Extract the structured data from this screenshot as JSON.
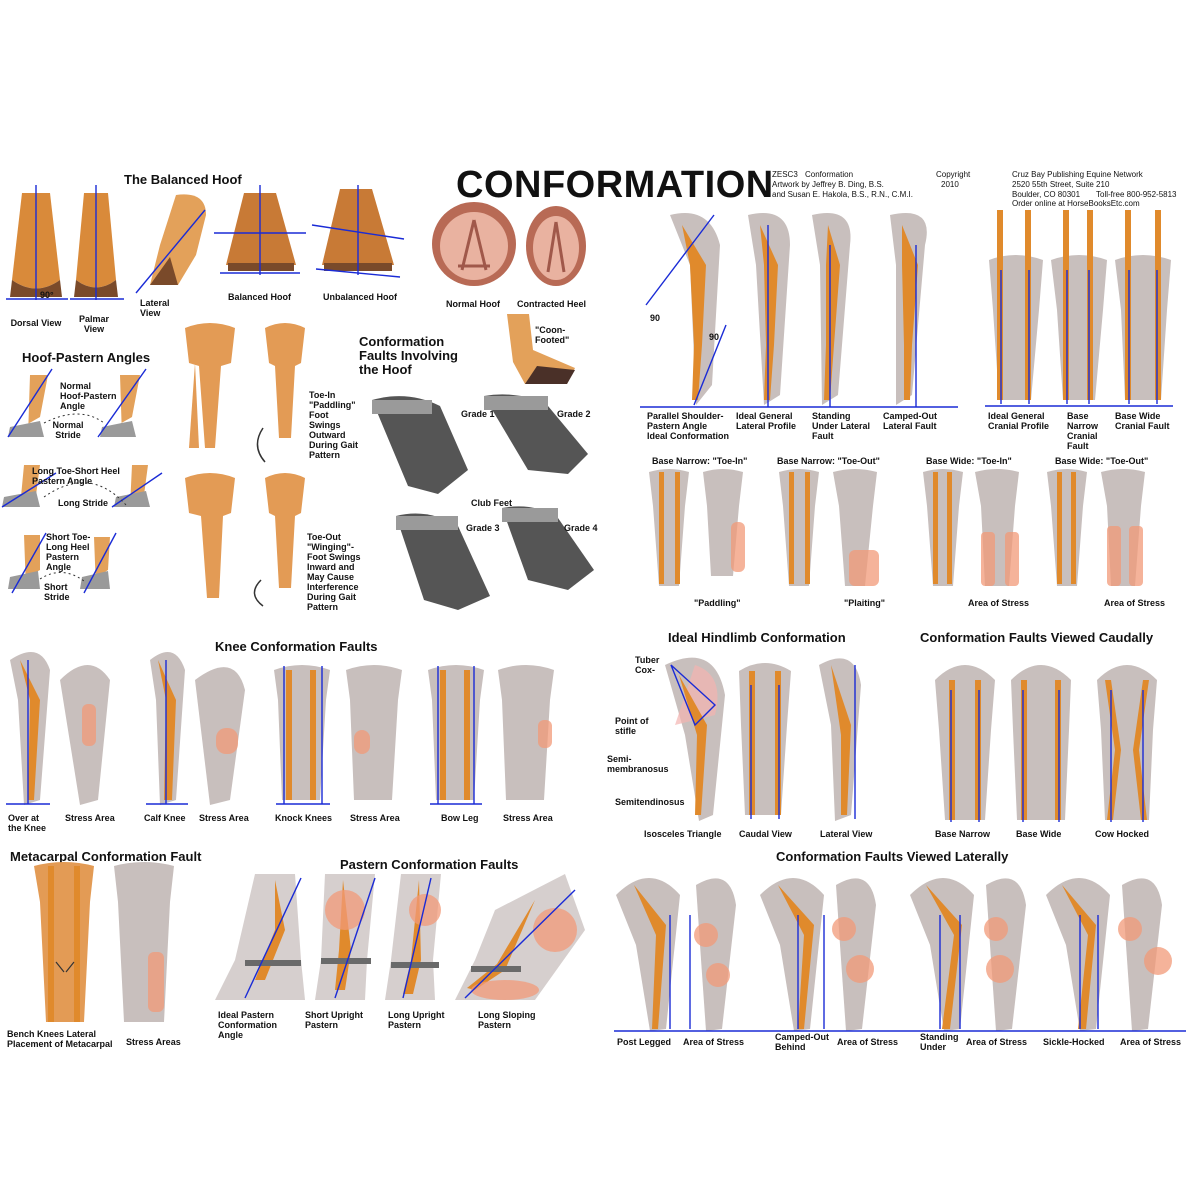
{
  "title": "CONFORMATION",
  "meta": {
    "code": "ZESC3",
    "product": "Conformation",
    "artwork1": "Artwork by Jeffrey B. Ding, B.S.",
    "artwork2": "and Susan E. Hakola, B.S., R.N., C.M.I.",
    "copyright": "Copyright",
    "year": "2010",
    "publisher": "Cruz Bay Publishing Equine Network",
    "street": "2520 55th Street, Suite 210",
    "city": "Boulder, CO 80301",
    "tollfree": "Toll-free 800-952-5813",
    "order": "Order online at HorseBooksEtc.com"
  },
  "balanced_hoof": {
    "heading": "The Balanced Hoof",
    "angle": "90°",
    "dorsal": "Dorsal View",
    "palmar": "Palmar\nView",
    "lateral": "Lateral\nView",
    "balanced": "Balanced Hoof",
    "unbalanced": "Unbalanced Hoof"
  },
  "hoof_shapes": {
    "normal": "Normal Hoof",
    "contracted": "Contracted Heel"
  },
  "hoof_pastern": {
    "heading": "Hoof-Pastern Angles",
    "normal_angle": "Normal\nHoof-Pastern\nAngle",
    "normal_stride": "Normal\nStride",
    "long_toe": "Long Toe-Short Heel\nPastern Angle",
    "long_stride": "Long Stride",
    "short_toe": "Short Toe-\nLong Heel\nPastern\nAngle",
    "short_stride": "Short\nStride"
  },
  "gait": {
    "toe_in": "Toe-In\n\"Paddling\"\nFoot\nSwings\nOutward\nDuring Gait\nPattern",
    "toe_out": "Toe-Out\n\"Winging\"-\nFoot Swings\nInward and\nMay Cause\nInterference\nDuring Gait\nPattern"
  },
  "hoof_faults": {
    "heading": "Conformation\nFaults Involving\nthe Hoof",
    "coon": "\"Coon-\nFooted\"",
    "grade1": "Grade 1",
    "grade2": "Grade 2",
    "club": "Club Feet",
    "grade3": "Grade 3",
    "grade4": "Grade 4"
  },
  "lateral_fore": {
    "angle_a": "90",
    "angle_b": "90",
    "parallel": "Parallel Shoulder-\nPastern Angle\nIdeal Conformation",
    "ideal_lat": "Ideal General\nLateral Profile",
    "standing_under": "Standing\nUnder Lateral\nFault",
    "camped_out": "Camped-Out\nLateral Fault"
  },
  "cranial": {
    "ideal": "Ideal General\nCranial Profile",
    "narrow": "Base\nNarrow\nCranial\nFault",
    "wide": "Base Wide\nCranial Fault"
  },
  "base_faults": {
    "bn_in": "Base Narrow: \"Toe-In\"",
    "bn_out": "Base Narrow: \"Toe-Out\"",
    "bw_in": "Base Wide: \"Toe-In\"",
    "bw_out": "Base Wide: \"Toe-Out\"",
    "paddling": "\"Paddling\"",
    "plaiting": "\"Plaiting\"",
    "stress1": "Area of Stress",
    "stress2": "Area of Stress"
  },
  "knee": {
    "heading": "Knee Conformation Faults",
    "over": "Over at\nthe Knee",
    "stress1": "Stress Area",
    "calf": "Calf Knee",
    "stress2": "Stress Area",
    "knock": "Knock Knees",
    "stress3": "Stress Area",
    "bow": "Bow Leg",
    "stress4": "Stress Area"
  },
  "hindlimb": {
    "heading": "Ideal Hindlimb Conformation",
    "tuber": "Tuber\nCox-",
    "stifle": "Point of\nstifle",
    "semimem": "Semi-\nmembranosus",
    "semiten": "Semitendinosus",
    "isosceles": "Isosceles Triangle",
    "caudal": "Caudal View",
    "lateral": "Lateral View"
  },
  "caudal": {
    "heading": "Conformation Faults Viewed Caudally",
    "narrow": "Base Narrow",
    "wide": "Base Wide",
    "cow": "Cow Hocked"
  },
  "metacarpal": {
    "heading": "Metacarpal Conformation Fault",
    "bench": "Bench Knees Lateral\nPlacement of Metacarpal",
    "stress": "Stress Areas"
  },
  "pastern": {
    "heading": "Pastern Conformation Faults",
    "ideal": "Ideal Pastern\nConformation\nAngle",
    "short": "Short Upright\nPastern",
    "long_up": "Long Upright\nPastern",
    "long_slope": "Long Sloping\nPastern"
  },
  "lateral_hind": {
    "heading": "Conformation Faults Viewed Laterally",
    "post": "Post Legged",
    "stress1": "Area of Stress",
    "camped": "Camped-Out\nBehind",
    "stress2": "Area of Stress",
    "under": "Standing\nUnder",
    "stress3": "Area of Stress",
    "sickle": "Sickle-Hocked",
    "stress4": "Area of Stress"
  }
}
